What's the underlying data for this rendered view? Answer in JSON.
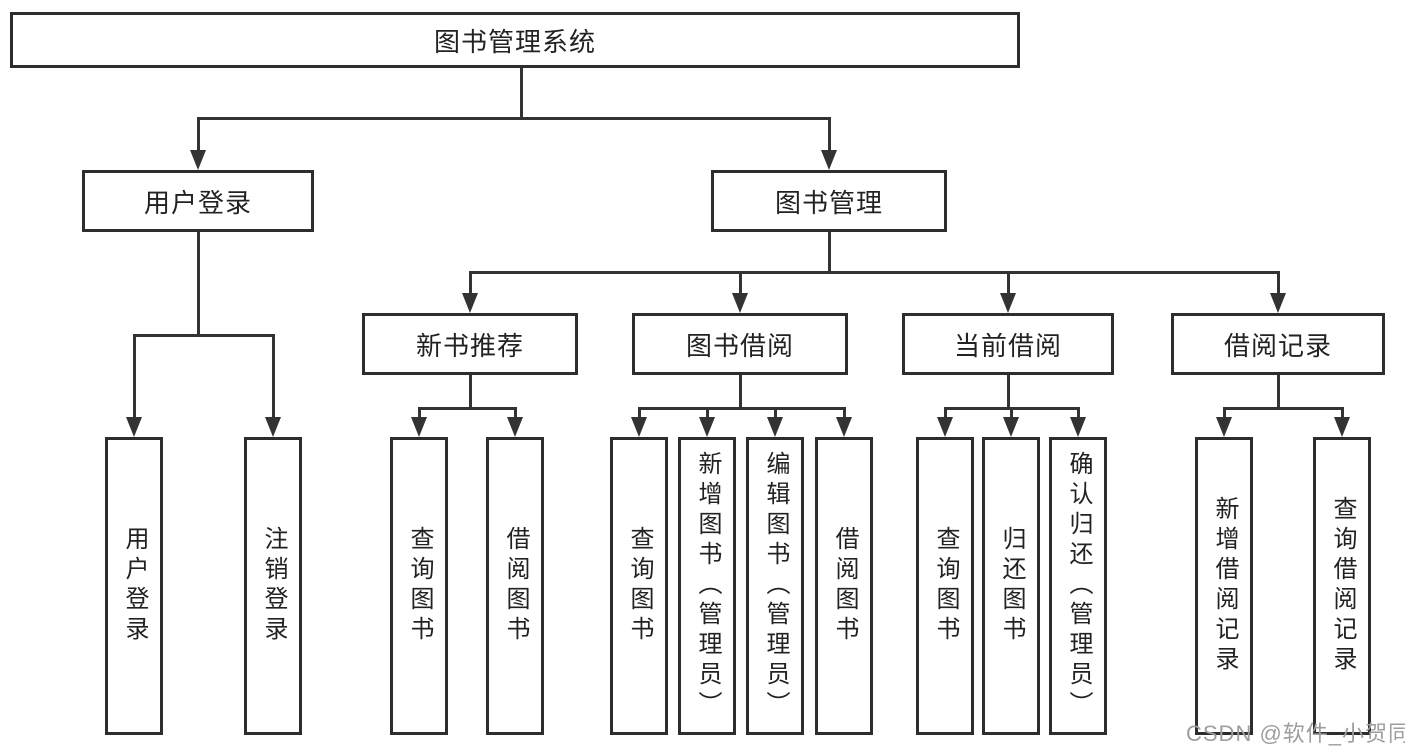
{
  "diagram": {
    "tree": {
      "label": "图书管理系统",
      "children": [
        {
          "label": "用户登录",
          "children": [
            {
              "label": "用户登录"
            },
            {
              "label": "注销登录"
            }
          ]
        },
        {
          "label": "图书管理",
          "children": [
            {
              "label": "新书推荐",
              "children": [
                {
                  "label": "查询图书"
                },
                {
                  "label": "借阅图书"
                }
              ]
            },
            {
              "label": "图书借阅",
              "children": [
                {
                  "label": "查询图书"
                },
                {
                  "label": "新增图书（管理员）"
                },
                {
                  "label": "编辑图书（管理员）"
                },
                {
                  "label": "借阅图书"
                }
              ]
            },
            {
              "label": "当前借阅",
              "children": [
                {
                  "label": "查询图书"
                },
                {
                  "label": "归还图书"
                },
                {
                  "label": "确认归还（管理员）"
                }
              ]
            },
            {
              "label": "借阅记录",
              "children": [
                {
                  "label": "新增借阅记录"
                },
                {
                  "label": "查询借阅记录"
                }
              ]
            }
          ]
        }
      ]
    },
    "colors": {
      "background": "#ffffff",
      "line": "#333333",
      "box_border": "#2d2d2d",
      "text": "#222222",
      "watermark_text": "#9e9e9e"
    }
  },
  "watermark": {
    "text": "CSDN @软件_小贺同学"
  }
}
